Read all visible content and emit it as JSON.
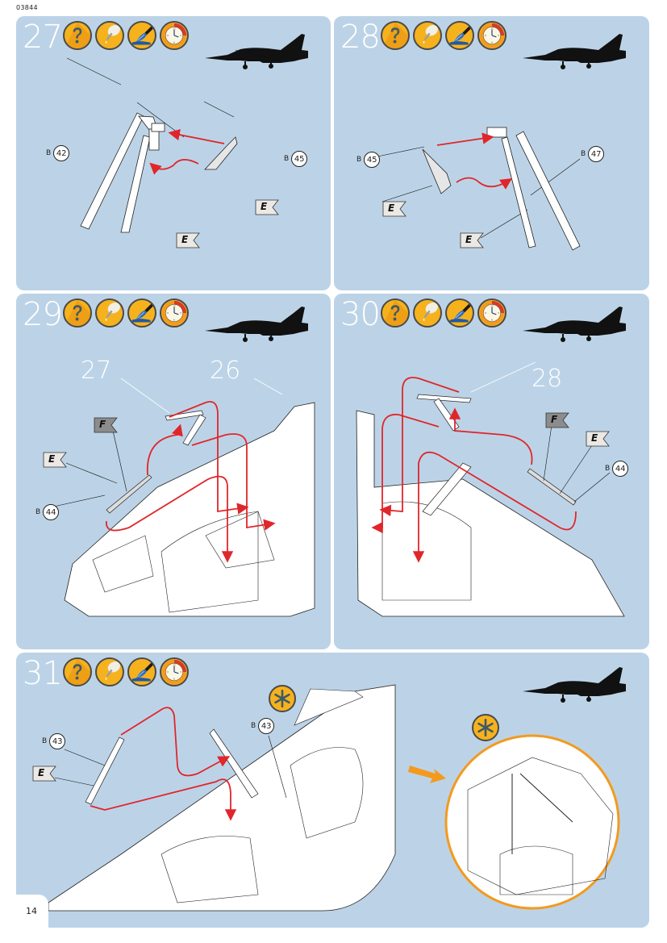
{
  "document_code": "03844",
  "page_number": "14",
  "icon_legend": [
    "question-icon",
    "glue-bottle-icon",
    "paint-brush-icon",
    "clock-icon"
  ],
  "colors": {
    "panel_bg": "#bcd3e7",
    "icon_fill": "#f6b21d",
    "arrow_red": "#e0262b",
    "highlight_orange": "#f39a1e",
    "flag_E": "#ece8e4",
    "flag_F": "#8c8c8c"
  },
  "steps": [
    {
      "number": "27",
      "parts": [
        {
          "sprue": "B",
          "num": "42"
        },
        {
          "sprue": "B",
          "num": "45"
        }
      ],
      "flags": [
        "E",
        "E"
      ]
    },
    {
      "number": "28",
      "parts": [
        {
          "sprue": "B",
          "num": "45"
        },
        {
          "sprue": "B",
          "num": "47"
        }
      ],
      "flags": [
        "E",
        "E"
      ]
    },
    {
      "number": "29",
      "callouts": [
        "27",
        "26"
      ],
      "parts": [
        {
          "sprue": "B",
          "num": "44"
        }
      ],
      "flags": [
        "F",
        "E"
      ]
    },
    {
      "number": "30",
      "callouts": [
        "28"
      ],
      "parts": [
        {
          "sprue": "B",
          "num": "44"
        }
      ],
      "flags": [
        "F",
        "E"
      ]
    },
    {
      "number": "31",
      "parts": [
        {
          "sprue": "B",
          "num": "43"
        },
        {
          "sprue": "B",
          "num": "43"
        }
      ],
      "flags": [
        "E"
      ],
      "detail_marker": "asterisk-icon"
    }
  ]
}
